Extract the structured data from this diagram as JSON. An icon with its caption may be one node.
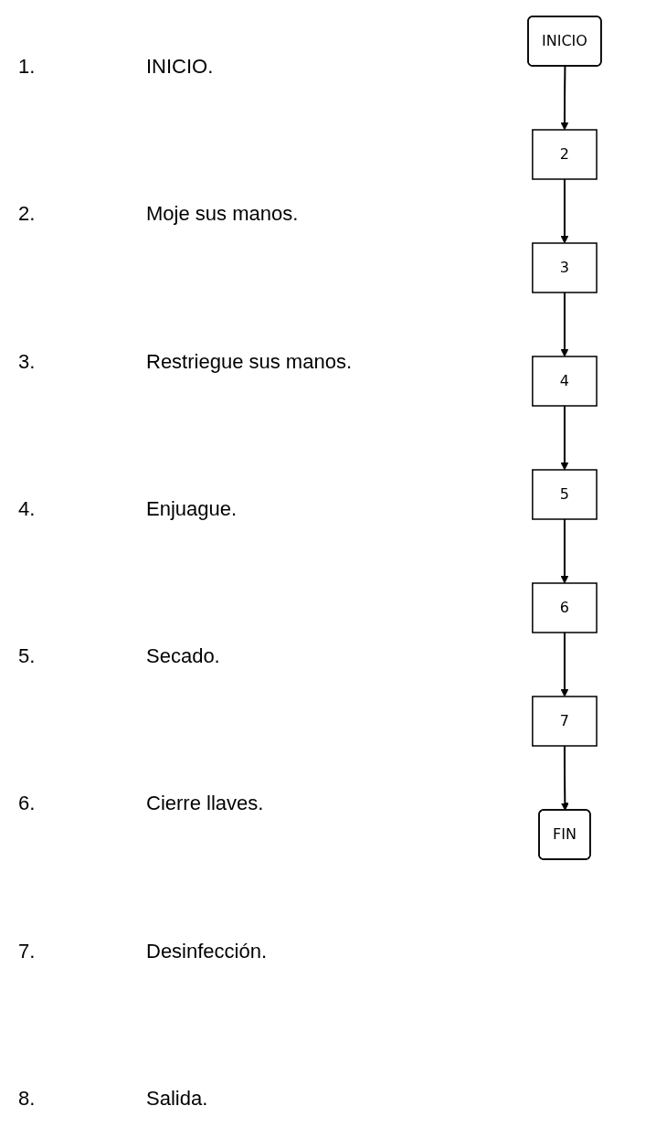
{
  "diagram": {
    "nodes": [
      {
        "text": [
          "INICIO"
        ]
      },
      {
        "text": [
          "2"
        ]
      },
      {
        "text": [
          "3"
        ]
      },
      {
        "text": [
          "4"
        ]
      },
      {
        "text": [
          "5"
        ]
      },
      {
        "text": [
          "6"
        ]
      },
      {
        "text": [
          "7"
        ]
      },
      {
        "text": [
          "FIN"
        ]
      }
    ],
    "edges": [
      {
        "from": 0,
        "to": 1,
        "arrow": "to"
      },
      {
        "from": 1,
        "to": 2,
        "arrow": "to"
      },
      {
        "from": 2,
        "to": 3,
        "arrow": "to"
      },
      {
        "from": 3,
        "to": 4,
        "arrow": "to"
      },
      {
        "from": 4,
        "to": 5,
        "arrow": "to"
      },
      {
        "from": 5,
        "to": 6,
        "arrow": "to"
      },
      {
        "from": 6,
        "to": 7,
        "arrow": "to"
      }
    ],
    "labels": [
      "1.",
      "INICIO.",
      "2.",
      "Moje sus manos.",
      "3.",
      "Restriegue sus manos.",
      "4.",
      "Enjuague.",
      "5.",
      "Secado.",
      "6.",
      "Cierre llaves.",
      "7.",
      "Desinfección.",
      "8.",
      "Salida."
    ]
  }
}
